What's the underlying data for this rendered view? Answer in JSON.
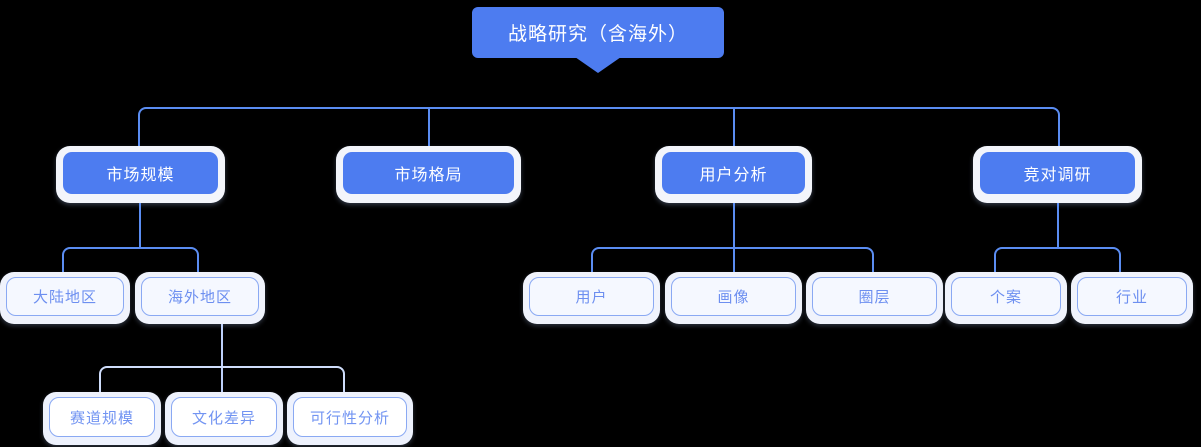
{
  "diagram": {
    "title": "战略研究（含海外）",
    "type": "org-tree",
    "colors": {
      "primary_blue": "#4d7cf0",
      "connector_blue": "#5b8df2",
      "connector_light": "#cfddfb",
      "leaf_border": "#8aa9f3",
      "leaf_text": "#6d8ff0",
      "leaf_fill": "#f5f8ff",
      "background": "#000000",
      "root_text": "#ffffff"
    },
    "root": {
      "label": "战略研究（含海外）"
    },
    "level2": [
      {
        "label": "市场规模"
      },
      {
        "label": "市场格局"
      },
      {
        "label": "用户分析"
      },
      {
        "label": "竞对调研"
      }
    ],
    "level3": {
      "market_size": [
        {
          "label": "大陆地区"
        },
        {
          "label": "海外地区"
        }
      ],
      "market_landscape": [],
      "user_analysis": [
        {
          "label": "用户"
        },
        {
          "label": "画像"
        },
        {
          "label": "圈层"
        }
      ],
      "competitor_research": [
        {
          "label": "个案"
        },
        {
          "label": "行业"
        }
      ]
    },
    "level4": {
      "overseas": [
        {
          "label": "赛道规模"
        },
        {
          "label": "文化差异"
        },
        {
          "label": "可行性分析"
        }
      ]
    }
  }
}
